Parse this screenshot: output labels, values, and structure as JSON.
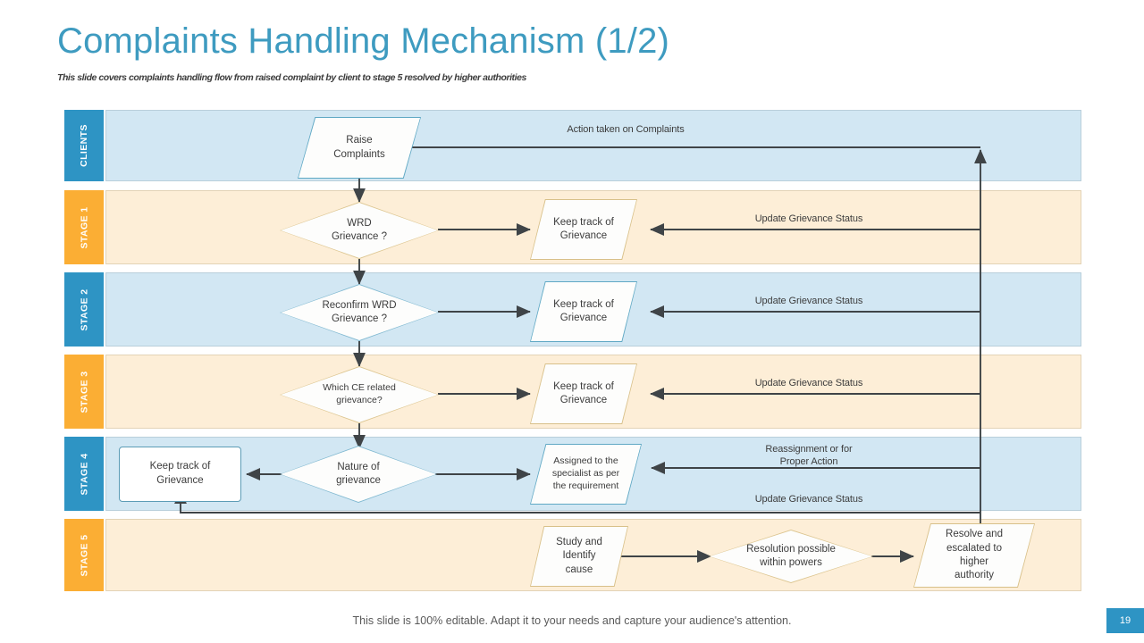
{
  "header": {
    "title": "Complaints Handling Mechanism (1/2)",
    "subtitle": "This slide covers complaints handling flow from raised complaint by client to stage 5 resolved by higher authorities"
  },
  "footer": {
    "note": "This slide is 100% editable. Adapt it to your needs and capture your audience's attention.",
    "page_number": "19"
  },
  "colors": {
    "title_blue": "#3e9bc0",
    "tab_blue": "#2e94c4",
    "tab_orange": "#fbae34",
    "band_blue": "#d2e7f3",
    "band_orange": "#fdeed7",
    "connector": "#3f4447"
  },
  "swimlanes": [
    {
      "id": "clients",
      "label": "CLIENTS",
      "theme": "blue"
    },
    {
      "id": "stage1",
      "label": "STAGE 1",
      "theme": "orange"
    },
    {
      "id": "stage2",
      "label": "STAGE 2",
      "theme": "blue"
    },
    {
      "id": "stage3",
      "label": "STAGE 3",
      "theme": "orange"
    },
    {
      "id": "stage4",
      "label": "STAGE 4",
      "theme": "blue"
    },
    {
      "id": "stage5",
      "label": "STAGE 5",
      "theme": "orange"
    }
  ],
  "nodes": {
    "raise_complaints": "Raise\nComplaints",
    "wrd_grievance": "WRD\nGrievance ?",
    "keep_track_1": "Keep track of\nGrievance",
    "reconfirm_wrd": "Reconfirm WRD\nGrievance ?",
    "keep_track_2": "Keep track of\nGrievance",
    "which_ce": "Which CE related\ngrievance?",
    "keep_track_3": "Keep track of\nGrievance",
    "keep_track_4": "Keep track of\nGrievance",
    "nature_of_grievance": "Nature of\ngrievance",
    "assigned_specialist": "Assigned to the\nspecialist as per\nthe requirement",
    "study_identify": "Study and\nIdentify\ncause",
    "resolution_possible": "Resolution possible\nwithin powers",
    "resolve_escalated": "Resolve and\nescalated to\nhigher\nauthority"
  },
  "connector_labels": {
    "action_taken": "Action taken on Complaints",
    "update_status_1": "Update Grievance Status",
    "update_status_2": "Update Grievance Status",
    "update_status_3": "Update Grievance Status",
    "reassignment": "Reassignment or for\nProper Action",
    "update_status_4": "Update Grievance Status"
  }
}
